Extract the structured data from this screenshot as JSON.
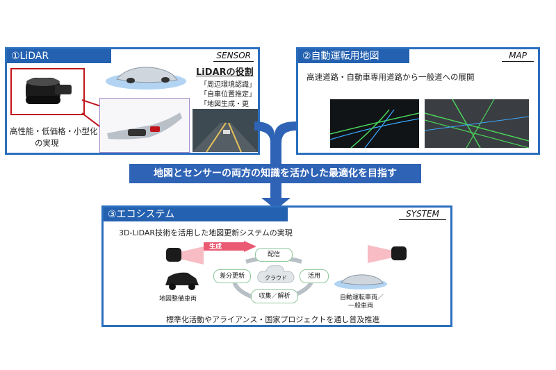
{
  "lidar_panel": {
    "title": "①LiDAR",
    "tag": "SENSOR",
    "role_title": "LiDARの役割",
    "roles": [
      "「周辺環境認識」",
      "「自車位置推定」",
      "「地図生成・更新」"
    ],
    "features": [
      "高性能・低価格・小型化",
      "の実現"
    ]
  },
  "map_panel": {
    "title": "②自動運転用地図",
    "tag": "MAP",
    "desc": "高速道路・自動車専用道路から一般道への展開"
  },
  "center_banner": "地図とセンサーの両方の知識を活かした最適化を目指す",
  "system_panel": {
    "title": "③エコシステム",
    "tag": "SYSTEM",
    "subtitle": "3D-LiDAR技術を活用した地図更新システムの実現",
    "generate": "生成",
    "cycle": {
      "top": "配信",
      "right": "活用",
      "bottom": "収集／解析",
      "left": "差分更新",
      "center": "クラウド"
    },
    "left_vehicle": "地図整備車両",
    "right_vehicle": [
      "自動運転車両／",
      "一般車両"
    ],
    "footer": "標準化活動やアライアンス・国家プロジェクトを通し普及推進"
  },
  "colors": {
    "panel_blue": "#2461b0",
    "banner_blue": "#2f63b6",
    "lidar_red": "#c0141c",
    "pink": "#f07a8a"
  }
}
